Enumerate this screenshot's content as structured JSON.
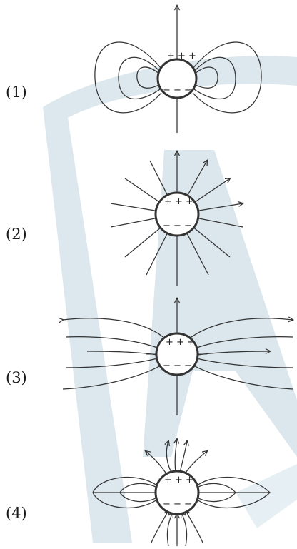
{
  "colors": {
    "watermark": "#7fa8bb",
    "line": "#333333",
    "background": "#ffffff"
  },
  "panels": [
    {
      "label": "(1)",
      "signs_top": "+ + +",
      "signs_bottom": "− − −"
    },
    {
      "label": "(2)",
      "signs_top": "+ + +",
      "signs_bottom": "− − −"
    },
    {
      "label": "(3)",
      "signs_top": "+ + +",
      "signs_bottom": "− − −"
    },
    {
      "label": "(4)",
      "signs_top": "+ + +",
      "signs_bottom": "− − −"
    }
  ]
}
